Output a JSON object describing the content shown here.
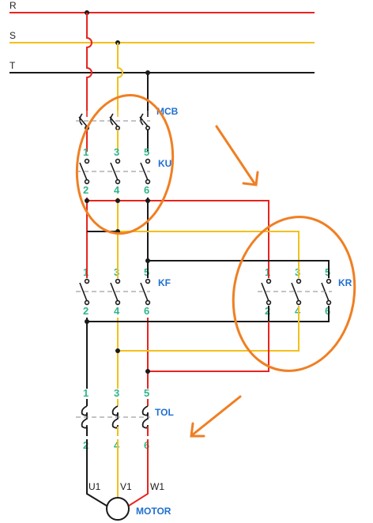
{
  "phase_labels": {
    "r": "R",
    "s": "S",
    "t": "T"
  },
  "devices": {
    "mcb": "MCB",
    "ku": "KU",
    "kf": "KF",
    "kr": "KR",
    "tol": "TOL",
    "motor": "MOTOR"
  },
  "contact_numbers": {
    "top": [
      "1",
      "3",
      "5"
    ],
    "bottom": [
      "2",
      "4",
      "6"
    ]
  },
  "motor_terminals": [
    "U1",
    "V1",
    "W1"
  ],
  "colors": {
    "phase_r": "#e8241e",
    "phase_s": "#f2c01a",
    "phase_t": "#1a1a1a",
    "device_label": "#1f6fd1",
    "terminal_number": "#2fb58a",
    "highlight": "#f07f23"
  }
}
